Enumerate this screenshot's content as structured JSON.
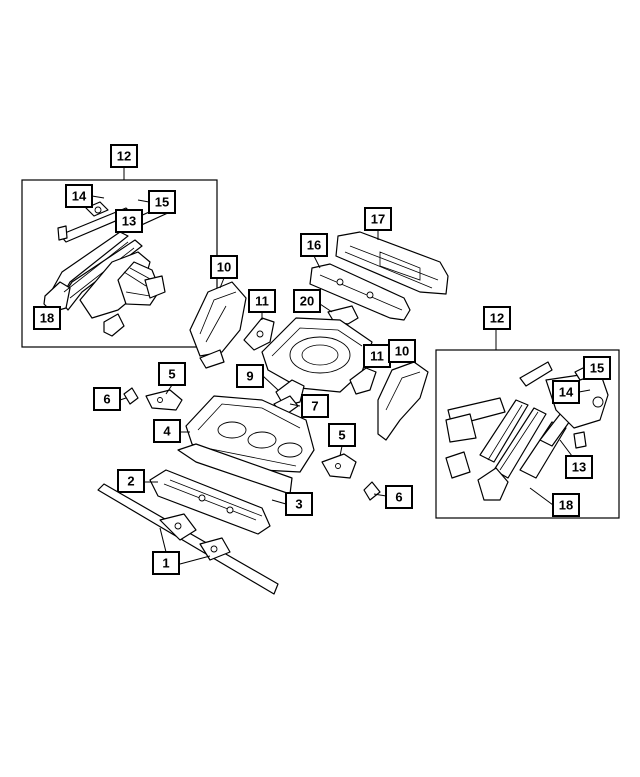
{
  "callouts": {
    "c1": "1",
    "c2": "2",
    "c3": "3",
    "c4": "4",
    "c5a": "5",
    "c5b": "5",
    "c6a": "6",
    "c6b": "6",
    "c7": "7",
    "c9": "9",
    "c10a": "10",
    "c10b": "10",
    "c11a": "11",
    "c11b": "11",
    "c12a": "12",
    "c12b": "12",
    "c13a": "13",
    "c13b": "13",
    "c14a": "14",
    "c14b": "14",
    "c15a": "15",
    "c15b": "15",
    "c16": "16",
    "c17": "17",
    "c18a": "18",
    "c18b": "18",
    "c20": "20"
  },
  "colors": {
    "line": "#000000",
    "background": "#ffffff"
  }
}
